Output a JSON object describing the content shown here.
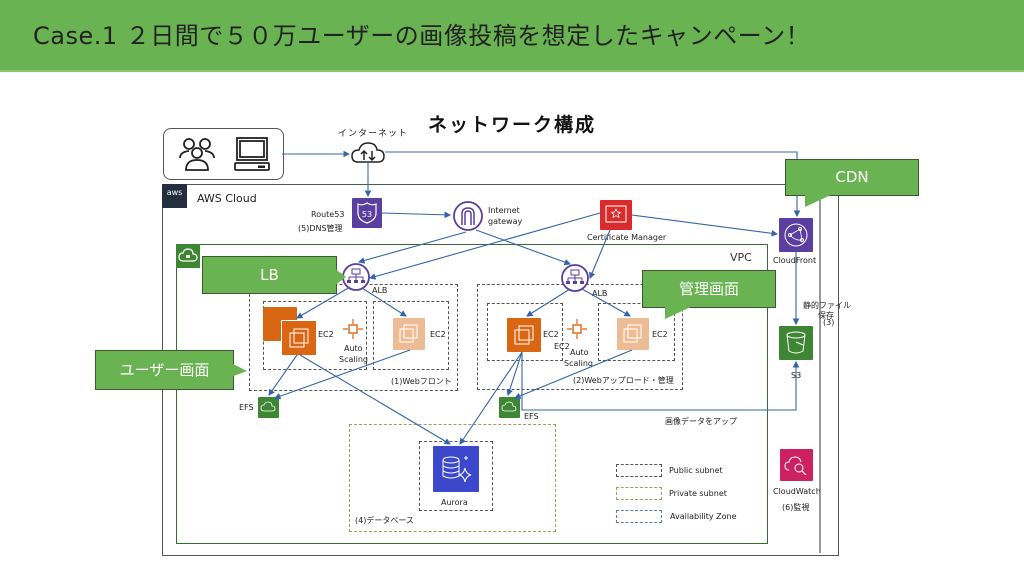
{
  "header": {
    "title": "Case.1 ２日間で５０万ユーザーの画像投稿を想定したキャンペーン！"
  },
  "diagram": {
    "title": "ネットワーク構成",
    "internet_label": "インターネット",
    "aws_cloud_label": "AWS Cloud",
    "aws_logo_text": "aws",
    "vpc_label": "VPC",
    "route53": {
      "name": "Route53",
      "note": "(5)DNS管理",
      "badge": "53"
    },
    "internet_gateway": {
      "name": "Internet",
      "name2": "gateway"
    },
    "certificate_manager": {
      "name": "Certificate Manager"
    },
    "cloudfront": {
      "name": "CloudFront"
    },
    "s3": {
      "name": "S3",
      "note_num": "(3)",
      "note_line1": "静的ファイル",
      "note_line2": "保存"
    },
    "cloudwatch": {
      "name": "CloudWatch",
      "note": "(6)監視"
    },
    "web_front": {
      "alb": "ALB",
      "ec2_left": "EC2",
      "ec2_right": "EC2",
      "autoscaling_line1": "Auto",
      "autoscaling_line2": "Scaling",
      "group_label": "(1)Webフロント",
      "efs": "EFS"
    },
    "web_upload": {
      "alb": "ALB",
      "ec2_left": "EC2",
      "ec2_mid": "EC2",
      "ec2_right": "EC2",
      "autoscaling_line1": "Auto",
      "autoscaling_line2": "Scaling",
      "group_label": "(2)Webアップロード・管理",
      "efs": "EFS"
    },
    "upload_note": "画像データをアップ",
    "database": {
      "name": "Aurora",
      "group_label": "(4)データベース"
    },
    "legend": [
      {
        "label": "Public subnet",
        "style": "gray"
      },
      {
        "label": "Private subnet",
        "style": "yellow"
      },
      {
        "label": "Availability Zone",
        "style": "blue"
      }
    ],
    "callouts": {
      "cdn": "CDN",
      "lb": "LB",
      "admin": "管理画面",
      "user": "ユーザー画面"
    },
    "colors": {
      "header_green": "#6ab352",
      "arrow_blue": "#3565a8",
      "ec2_orange": "#d86613",
      "purple": "#5a3ea0",
      "storage_green": "#3e8534",
      "cert_red": "#d92b2b",
      "cloudwatch_pink": "#cc2264",
      "aurora_blue": "#3b48cc"
    }
  }
}
